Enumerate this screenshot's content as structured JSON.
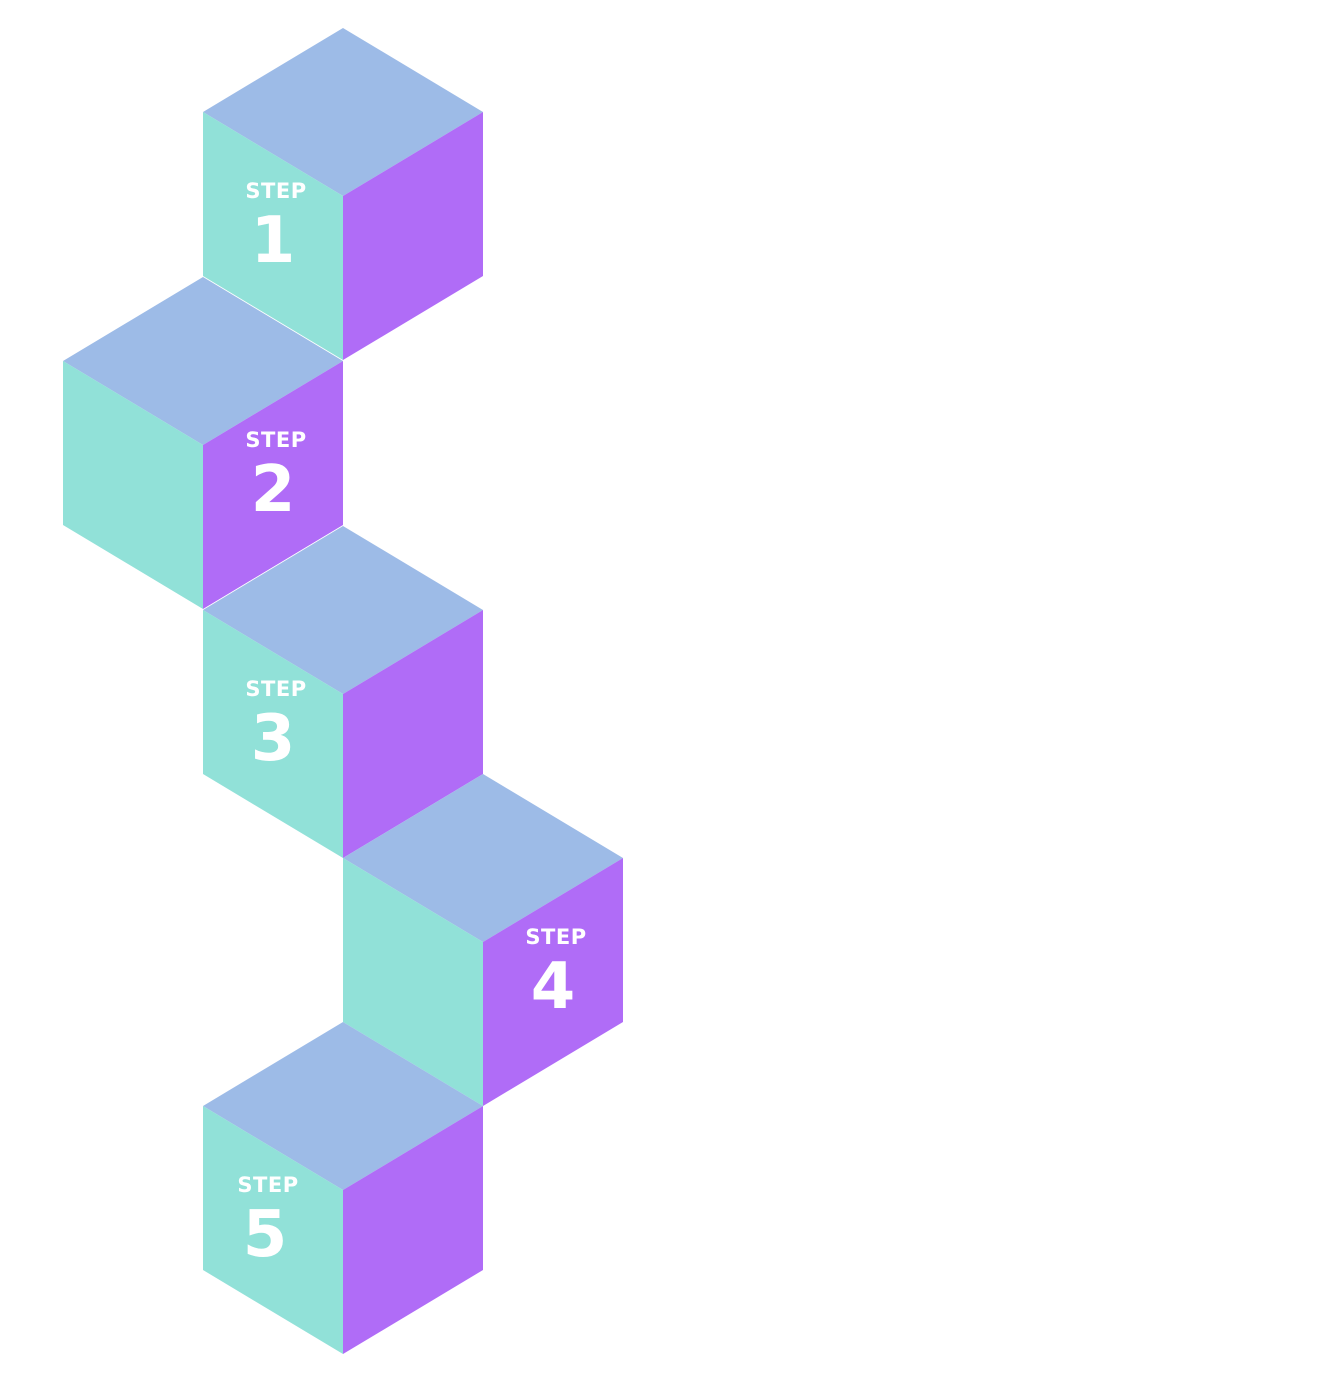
{
  "diagram": {
    "colors": {
      "top_face": "#9dbbe7",
      "mint_face": "#91e1d8",
      "purple_face": "#b06cf7",
      "label_text": "#ffffff"
    },
    "steps": [
      {
        "word": "STEP",
        "number": "1",
        "labeled_face": "left"
      },
      {
        "word": "STEP",
        "number": "2",
        "labeled_face": "right"
      },
      {
        "word": "STEP",
        "number": "3",
        "labeled_face": "left"
      },
      {
        "word": "STEP",
        "number": "4",
        "labeled_face": "right"
      },
      {
        "word": "STEP",
        "number": "5",
        "labeled_face": "left"
      }
    ]
  }
}
